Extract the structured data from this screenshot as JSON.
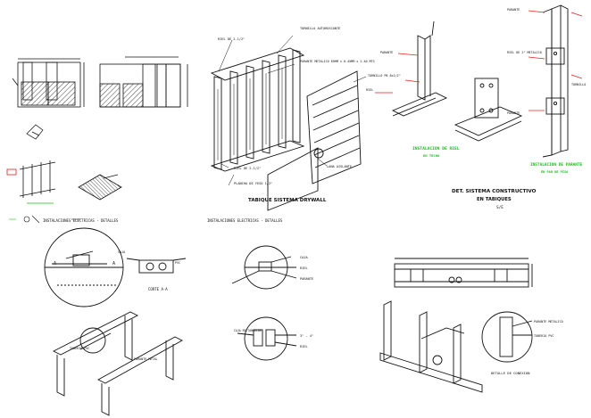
{
  "colors": {
    "ink": "#111111",
    "red": "#e02020",
    "green": "#18c418",
    "paper": "#ffffff"
  },
  "labels": {
    "top_center_note": "TORNILLO AUTOROSCANTE",
    "riel_left": "RIEL DE 2.1/2\"",
    "panel_note": "PARANTE METALICO 65MM x 0.45MM x 2.40 MTS",
    "tornillo_pb": "TORNILLO PB 8x1/2\"",
    "riel_bottom": "RIEL DE 2.1/2\"",
    "plancha": "PLANCHA DE YESO 1/2\"",
    "lana": "LANA AISLANTE",
    "tabique_title": "TABIQUE SISTEMA DRYWALL",
    "mid_parante": "PARANTE",
    "mid_riel": "RIEL",
    "instalacion_riel": "INSTALACION DE RIEL",
    "instalacion_riel_sub": "EN TECHO",
    "right_parante": "PARANTE",
    "right_riel": "RIEL DE 2\" METALICO",
    "right_tornillo": "TORNILLO",
    "instalacion_parante": "INSTALACION DE PARANTE",
    "instalacion_parante_sub": "EN PAR DE PISO",
    "det_title_1": "DET. SISTEMA CONSTRUCTIVO",
    "det_title_2": "EN TABIQUES",
    "det_scale": "S/E",
    "elec_left": "INSTALACIONES ELECTRICAS - DETALLES",
    "elec_center": "INSTALACIONES ELECTRICAS - DETALLES",
    "corte_aa": "CORTE A-A",
    "caja": "CAJA",
    "pvc": "PVC",
    "riel_d": "RIEL",
    "parante_d": "PARANTE",
    "tuberia": "TUBERIA PVC",
    "caja_rect": "CAJA RECTANGULAR",
    "parante_metal": "PARANTE METAL",
    "detalle_conexion": "DETALLE DE CONEXION",
    "bottom_right_note": "PARANTE METALICO",
    "bottom_right_note2": "TUBERIA PVC",
    "small_aa": "A",
    "dim_note": "3\" - 4\""
  }
}
